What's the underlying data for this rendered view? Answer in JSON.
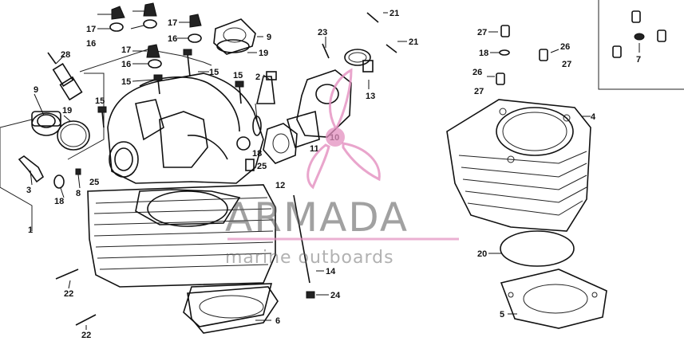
{
  "watermark": {
    "brand": "ARMADA",
    "tagline": "marine outboards",
    "accent_color": "#e38fbf"
  },
  "callouts": [
    {
      "id": "c1",
      "text": "1"
    },
    {
      "id": "c2",
      "text": "2"
    },
    {
      "id": "c3",
      "text": "3"
    },
    {
      "id": "c4",
      "text": "4"
    },
    {
      "id": "c5",
      "text": "5"
    },
    {
      "id": "c6",
      "text": "6"
    },
    {
      "id": "c7",
      "text": "7"
    },
    {
      "id": "c8",
      "text": "8"
    },
    {
      "id": "c9a",
      "text": "9"
    },
    {
      "id": "c9b",
      "text": "9"
    },
    {
      "id": "c10",
      "text": "10"
    },
    {
      "id": "c11",
      "text": "11"
    },
    {
      "id": "c12",
      "text": "12"
    },
    {
      "id": "c13",
      "text": "13"
    },
    {
      "id": "c14",
      "text": "14"
    },
    {
      "id": "c15a",
      "text": "15"
    },
    {
      "id": "c15b",
      "text": "15"
    },
    {
      "id": "c15c",
      "text": "15"
    },
    {
      "id": "c15d",
      "text": "15"
    },
    {
      "id": "c16a",
      "text": "16"
    },
    {
      "id": "c16b",
      "text": "16"
    },
    {
      "id": "c16c",
      "text": "16"
    },
    {
      "id": "c17a",
      "text": "17"
    },
    {
      "id": "c17b",
      "text": "17"
    },
    {
      "id": "c17c",
      "text": "17"
    },
    {
      "id": "c18a",
      "text": "18"
    },
    {
      "id": "c18b",
      "text": "18"
    },
    {
      "id": "c18c",
      "text": "18"
    },
    {
      "id": "c19a",
      "text": "19"
    },
    {
      "id": "c19b",
      "text": "19"
    },
    {
      "id": "c20",
      "text": "20"
    },
    {
      "id": "c21a",
      "text": "21"
    },
    {
      "id": "c21b",
      "text": "21"
    },
    {
      "id": "c22a",
      "text": "22"
    },
    {
      "id": "c22b",
      "text": "22"
    },
    {
      "id": "c23",
      "text": "23"
    },
    {
      "id": "c24",
      "text": "24"
    },
    {
      "id": "c25a",
      "text": "25"
    },
    {
      "id": "c25b",
      "text": "25"
    },
    {
      "id": "c26a",
      "text": "26"
    },
    {
      "id": "c26b",
      "text": "26"
    },
    {
      "id": "c27a",
      "text": "27"
    },
    {
      "id": "c27b",
      "text": "27"
    },
    {
      "id": "c27c",
      "text": "27"
    },
    {
      "id": "c28",
      "text": "28"
    }
  ]
}
